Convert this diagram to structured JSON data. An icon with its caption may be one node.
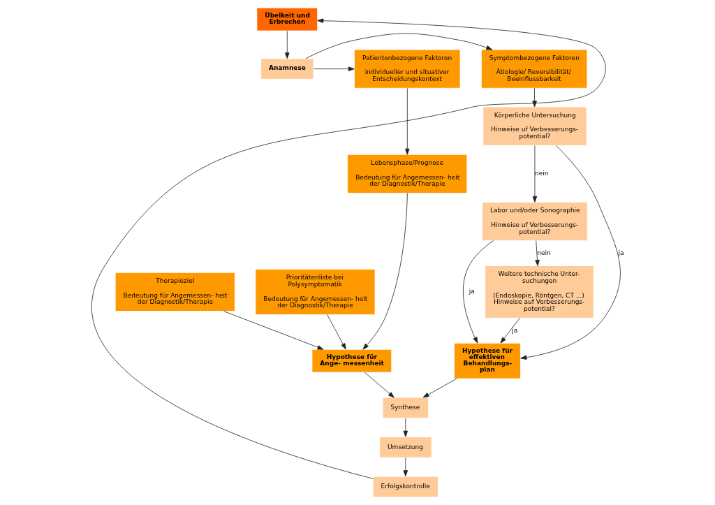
{
  "diagram": {
    "nodes": [
      {
        "text": [
          "Übelkeit und Erbrechen"
        ]
      },
      {
        "text": [
          "Symptombezogene Faktoren",
          "Ätiologie/ Reversibilität/ Beeinflussbarkeit"
        ]
      },
      {
        "text": [
          "Anamnese"
        ]
      },
      {
        "text": [
          "Patientenbezogene Faktoren",
          "individueller und situativer Entscheidungskontext"
        ]
      },
      {
        "text": [
          "Körperliche Untersuchung",
          "Hinweise uf Verbesserungs- potential?"
        ]
      },
      {
        "text": [
          "Lebensphase/Prognose",
          "Bedeutung für Angemessen- heit der Diagnostik/Therapie"
        ]
      },
      {
        "text": [
          "Labor und/oder Sonographie",
          "Hinweise uf Verbesserungs- potential?"
        ]
      },
      {
        "text": [
          "Hypothese für effektiven Behandlungs- plan"
        ]
      },
      {
        "text": [
          "Hypothese für Ange- messenheit"
        ]
      },
      {
        "text": [
          "Therapieziel",
          "Bedeutung für Angemessen- heit der Diagnostik/Therapie"
        ]
      },
      {
        "text": [
          "Synthese"
        ]
      },
      {
        "text": [
          "Weitere technische Unter- suchungen",
          "(Endoskopie, Röntgen, CT ...) Hinweise auf Verbesserungs- potential?"
        ]
      },
      {
        "text": [
          "Prioritätenliste bei Polysymptomatik",
          "Bedeutung für Angemessen- heit der Diagnostik/Therapie"
        ]
      },
      {
        "text": [
          "Umsetzung"
        ]
      },
      {
        "text": [
          "Erfolgskontrolle"
        ]
      }
    ],
    "edges": [
      {
        "from": 0,
        "to": 2,
        "arrow": "to"
      },
      {
        "from": 2,
        "to": 1,
        "arrow": "to"
      },
      {
        "from": 2,
        "to": 3,
        "arrow": "to"
      },
      {
        "from": 1,
        "to": 4,
        "arrow": "to"
      },
      {
        "from": 3,
        "to": 5,
        "arrow": "to"
      },
      {
        "from": 4,
        "to": 6,
        "arrow": "to",
        "label": "nein"
      },
      {
        "from": 6,
        "to": 11,
        "arrow": "to",
        "label": "nein"
      },
      {
        "from": 4,
        "to": 7,
        "arrow": "to",
        "label": "ja"
      },
      {
        "from": 6,
        "to": 7,
        "arrow": "to",
        "label": "ja"
      },
      {
        "from": 11,
        "to": 7,
        "arrow": "to",
        "label": "ja"
      },
      {
        "from": 5,
        "to": 8,
        "arrow": "to"
      },
      {
        "from": 9,
        "to": 8,
        "arrow": "to"
      },
      {
        "from": 12,
        "to": 8,
        "arrow": "to"
      },
      {
        "from": 7,
        "to": 10,
        "arrow": "to"
      },
      {
        "from": 8,
        "to": 10,
        "arrow": "to"
      },
      {
        "from": 10,
        "to": 13,
        "arrow": "to"
      },
      {
        "from": 13,
        "to": 14,
        "arrow": "to"
      },
      {
        "from": 14,
        "to": 0,
        "arrow": "to"
      }
    ]
  }
}
